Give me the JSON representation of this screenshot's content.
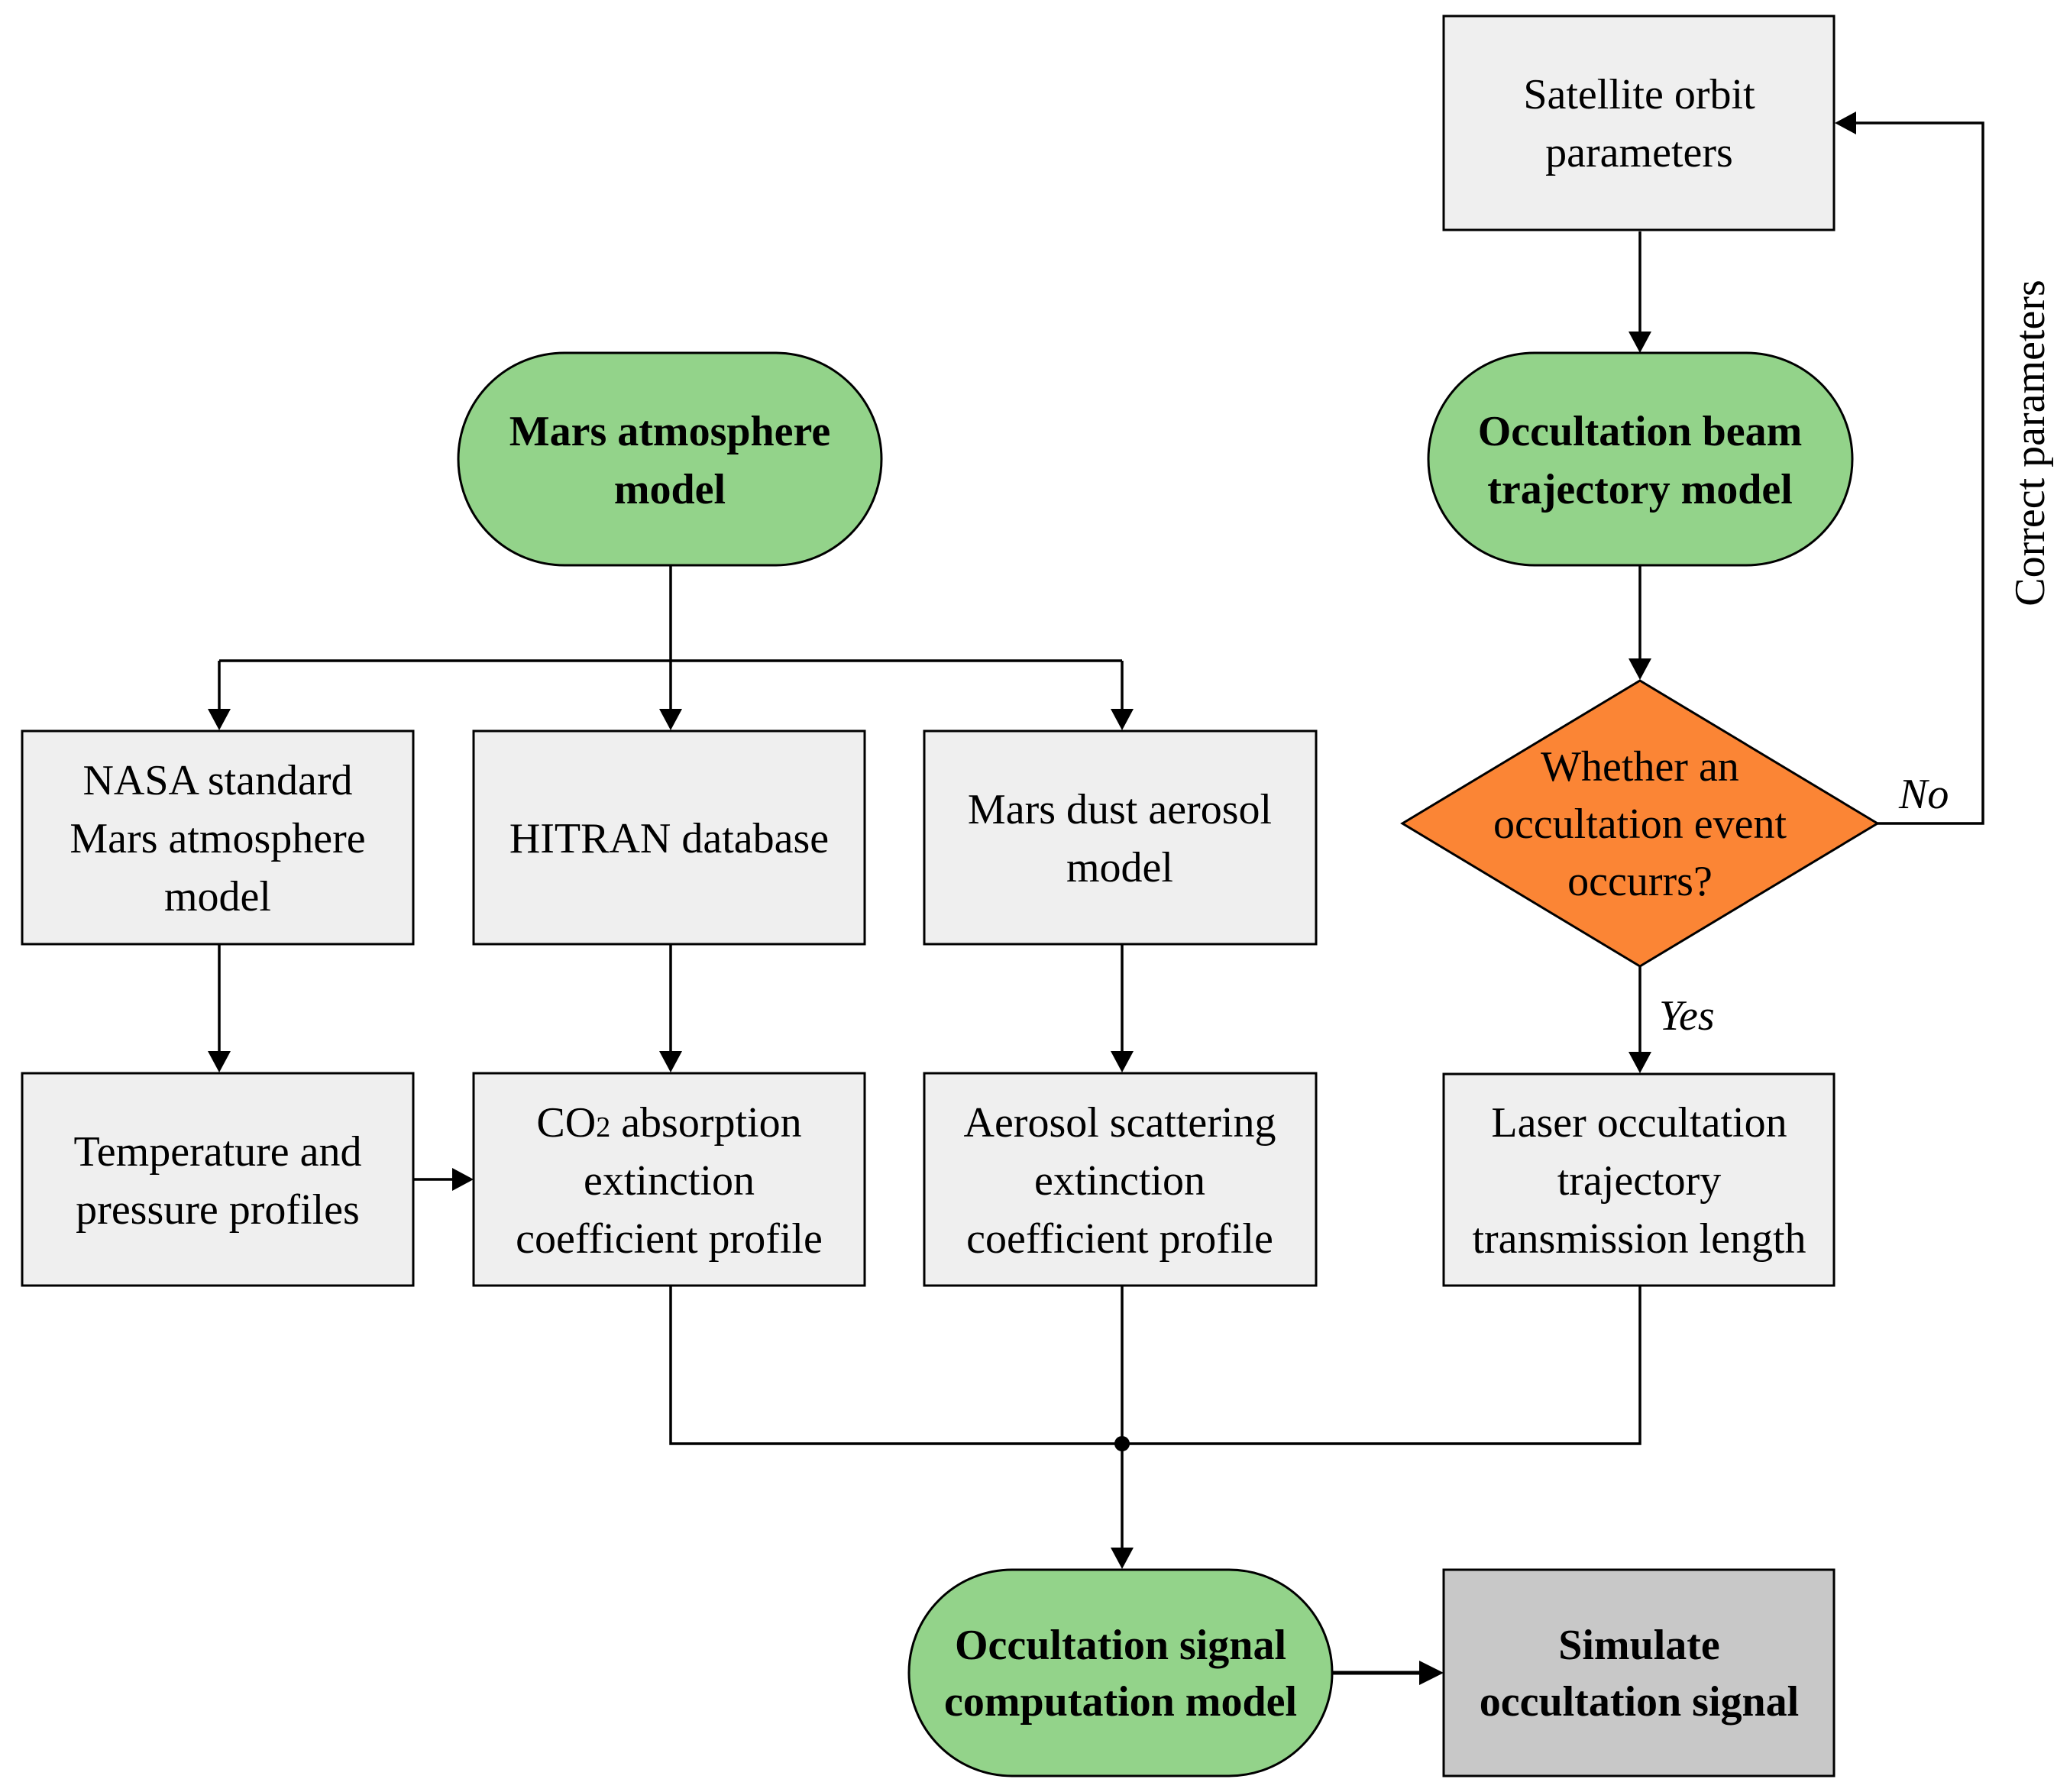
{
  "colors": {
    "terminal_fill": "#93d38a",
    "process_fill": "#efefef",
    "output_fill": "#c8c8c8",
    "decision_fill": "#fb8535",
    "stroke": "#000000"
  },
  "nodes": {
    "satellite_orbit": [
      "Satellite orbit",
      "parameters"
    ],
    "mars_atmosphere_model": [
      "Mars atmosphere",
      "model"
    ],
    "occultation_beam_model": [
      "Occultation beam",
      "trajectory model"
    ],
    "nasa_standard": [
      "NASA standard",
      "Mars atmosphere",
      "model"
    ],
    "hitran": [
      "HITRAN database"
    ],
    "mars_dust": [
      "Mars dust aerosol",
      "model"
    ],
    "decision": [
      "Whether an",
      "occultation event",
      "occurrs?"
    ],
    "temp_pressure": [
      "Temperature and",
      "pressure profiles"
    ],
    "co2": {
      "subscript_prefix": "CO",
      "subscript": "2",
      "line1_rest": " absorption",
      "line2": "extinction",
      "line3": "coefficient profile"
    },
    "aerosol_scattering": [
      "Aerosol scattering",
      "extinction",
      "coefficient profile"
    ],
    "laser_occultation": [
      "Laser occultation",
      "trajectory",
      "transmission length"
    ],
    "signal_model": [
      "Occultation signal",
      "computation model"
    ],
    "simulate": [
      "Simulate",
      "occultation signal"
    ]
  },
  "edge_labels": {
    "no": "No",
    "yes": "Yes",
    "correct_parameters": "Correct parameters"
  }
}
